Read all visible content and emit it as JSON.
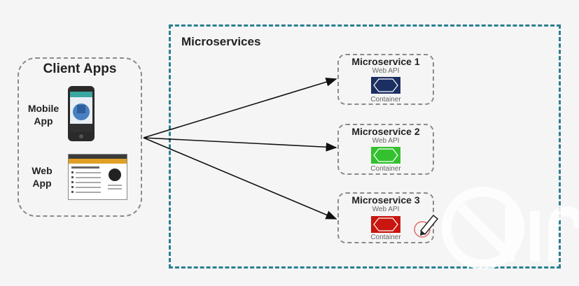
{
  "client_apps": {
    "title": "Client Apps",
    "mobile_label": "Mobile\nApp",
    "web_label": "Web\nApp"
  },
  "microservices": {
    "title": "Microservices",
    "services": [
      {
        "name": "Microservice 1",
        "api": "Web API",
        "container": "Container",
        "color": "#1c2f62"
      },
      {
        "name": "Microservice 2",
        "api": "Web API",
        "container": "Container",
        "color": "#34c12f"
      },
      {
        "name": "Microservice 3",
        "api": "Web API",
        "container": "Container",
        "color": "#c9160f"
      }
    ]
  },
  "colors": {
    "frame": "#2a7f91",
    "dashed_border": "#8a8a8a",
    "arrow": "#111111"
  }
}
